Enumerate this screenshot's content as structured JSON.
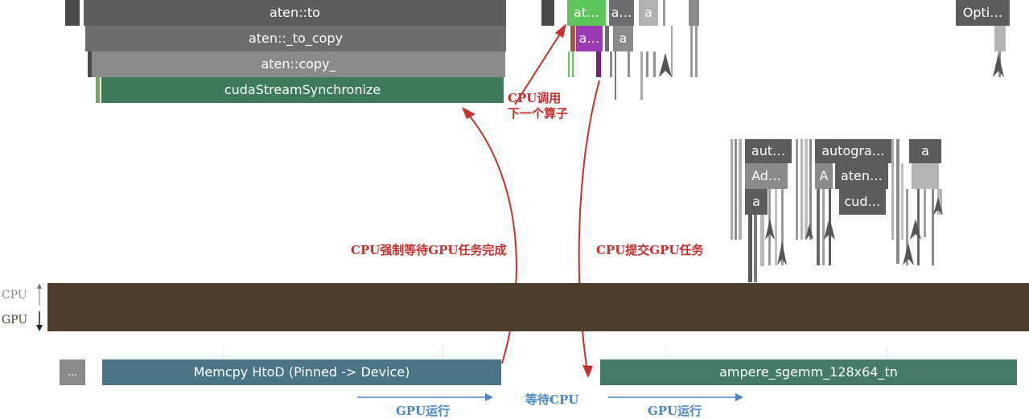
{
  "cpu_track": {
    "first_op": {
      "level0": "aten::to",
      "level1": "aten::_to_copy",
      "level2": "aten::copy_",
      "level3": "cudaStreamSynchronize"
    },
    "next_op": {
      "level0_green": "at…",
      "level0_b": "a…",
      "level0_c": "a",
      "level1_purple": "a…",
      "level1_b": "a"
    },
    "optimizer": "Opti…",
    "backward": {
      "row0": [
        "aut…",
        "autogra…",
        "a"
      ],
      "row1": [
        "Ad…",
        "A",
        "aten…"
      ],
      "row2": [
        "a",
        "cud…"
      ]
    }
  },
  "divider": {
    "cpu_label": "CPU",
    "gpu_label": "GPU",
    "color": "#4e3d2d"
  },
  "gpu_track": {
    "ellipsis": "...",
    "memcpy": "Memcpy HtoD (Pinned -> Device)",
    "kernel": "ampere_sgemm_128x64_tn",
    "memcpy_color": "#4a7585",
    "kernel_color": "#467a68"
  },
  "annotations": {
    "call_next_line1": "CPU调用",
    "call_next_line2": "下一个算子",
    "force_wait": "CPU强制等待GPU任务完成",
    "submit": "CPU提交GPU任务",
    "gpu_run_left": "GPU运行",
    "wait_cpu": "等待CPU",
    "gpu_run_right": "GPU运行"
  },
  "colors": {
    "red": "#c9302c",
    "blue": "#4a86c8",
    "green_op": "#5cc65c",
    "purple_op": "#9b3bb3",
    "cuda_sync": "#3d7a5a"
  }
}
